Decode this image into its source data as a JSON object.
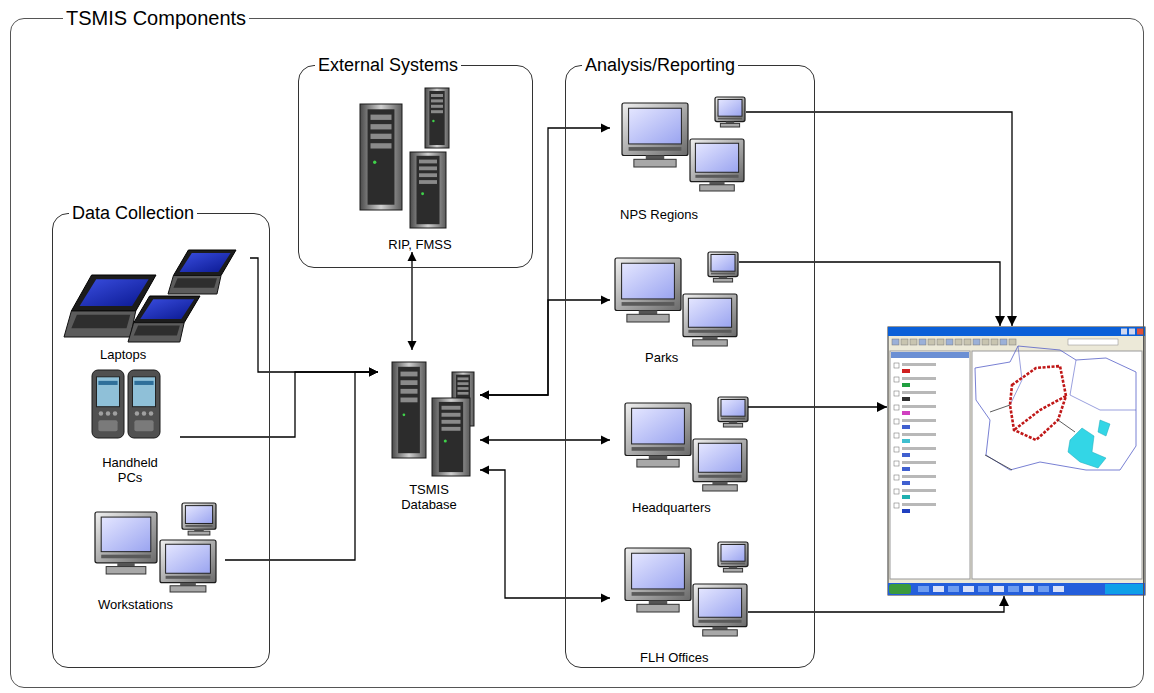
{
  "diagram": {
    "nodes": [
      {
        "text": [
          "TSMIS Components"
        ]
      },
      {
        "text": [
          "Data Collection"
        ],
        "in": 0
      },
      {
        "text": [
          "Laptops"
        ],
        "in": 1
      },
      {
        "text": [
          "Handheld PCs"
        ],
        "in": 1
      },
      {
        "text": [
          "Workstations"
        ],
        "in": 1
      },
      {
        "text": [
          "External Systems"
        ],
        "in": 0
      },
      {
        "text": [
          "RIP, FMSS"
        ],
        "in": 5
      },
      {
        "text": [
          "TSMIS Database"
        ],
        "in": 0
      },
      {
        "text": [
          "Analysis/Reporting"
        ],
        "in": 0
      },
      {
        "text": [
          "NPS Regions"
        ],
        "in": 8
      },
      {
        "text": [
          "Parks"
        ],
        "in": 8
      },
      {
        "text": [
          "Headquarters"
        ],
        "in": 8
      },
      {
        "text": [
          "FLH Offices"
        ],
        "in": 8
      }
    ],
    "edges": [
      {
        "from": 2,
        "to": 7,
        "arrow": "to"
      },
      {
        "from": 3,
        "to": 7,
        "arrow": "to"
      },
      {
        "from": 4,
        "to": 7,
        "arrow": "to"
      },
      {
        "from": 6,
        "to": 7,
        "arrow": "both"
      },
      {
        "from": 7,
        "to": 9,
        "arrow": "both"
      },
      {
        "from": 7,
        "to": 10,
        "arrow": "both"
      },
      {
        "from": 7,
        "to": 11,
        "arrow": "both"
      },
      {
        "from": 7,
        "to": 12,
        "arrow": "both"
      }
    ]
  }
}
